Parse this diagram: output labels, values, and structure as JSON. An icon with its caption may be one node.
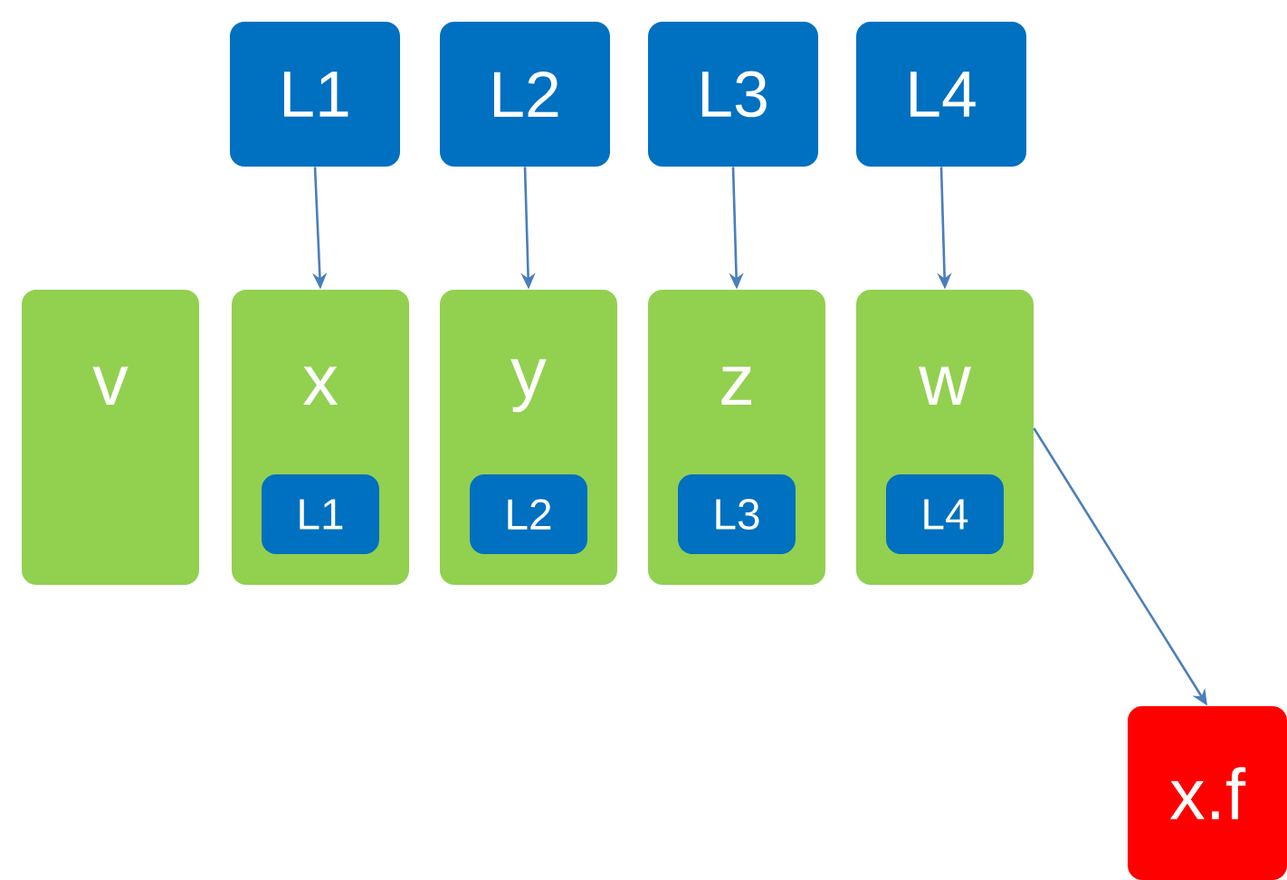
{
  "diagram": {
    "nodes": [
      {
        "text": [
          "L1"
        ]
      },
      {
        "text": [
          "L2"
        ]
      },
      {
        "text": [
          "L3"
        ]
      },
      {
        "text": [
          "L4"
        ]
      },
      {
        "text": [
          "v"
        ]
      },
      {
        "text": [
          "x"
        ]
      },
      {
        "text": [
          "L1"
        ],
        "in": 5
      },
      {
        "text": [
          "y"
        ]
      },
      {
        "text": [
          "L2"
        ],
        "in": 7
      },
      {
        "text": [
          "z"
        ]
      },
      {
        "text": [
          "L3"
        ],
        "in": 9
      },
      {
        "text": [
          "w"
        ]
      },
      {
        "text": [
          "L4"
        ],
        "in": 11
      },
      {
        "text": [
          "x.f"
        ]
      }
    ],
    "edges": [
      {
        "from": 0,
        "to": 5,
        "arrow": "to"
      },
      {
        "from": 1,
        "to": 7,
        "arrow": "to"
      },
      {
        "from": 2,
        "to": 9,
        "arrow": "to"
      },
      {
        "from": 3,
        "to": 11,
        "arrow": "to"
      },
      {
        "from": 11,
        "to": 13,
        "arrow": "to"
      }
    ]
  }
}
